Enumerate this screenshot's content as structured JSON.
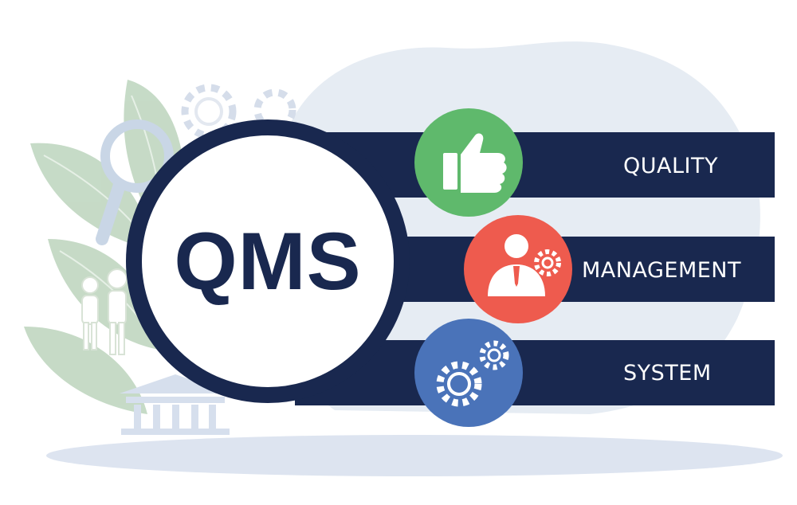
{
  "acronym": "QMS",
  "rows": [
    {
      "label": "QUALITY",
      "icon": "thumbs-up-icon",
      "color": "#5fb96c"
    },
    {
      "label": "MANAGEMENT",
      "icon": "manager-gear-icon",
      "color": "#ee5b4e"
    },
    {
      "label": "SYSTEM",
      "icon": "gears-icon",
      "color": "#4a73b9"
    }
  ],
  "colors": {
    "navy": "#19284f",
    "blob": "#e6ecf3",
    "leaf": "#c3d9c4",
    "ground": "#dde4f0"
  }
}
